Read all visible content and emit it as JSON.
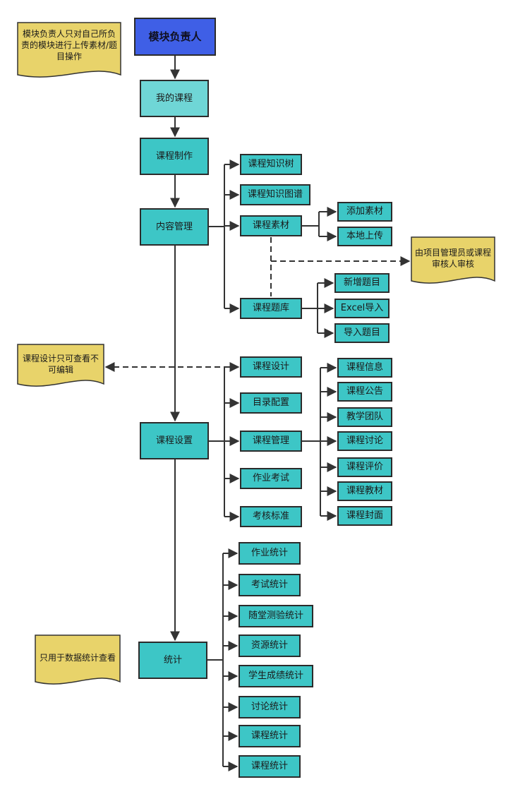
{
  "nodes": {
    "root": "模块负责人",
    "my_courses": "我的课程",
    "course_make": "课程制作",
    "content_mgmt": "内容管理",
    "knowledge_tree": "课程知识树",
    "knowledge_graph": "课程知识图谱",
    "materials": "课程素材",
    "add_material": "添加素材",
    "local_upload": "本地上传",
    "question_bank": "课程题库",
    "new_question": "新增题目",
    "excel_import": "Excel导入",
    "import_question": "导入题目",
    "course_settings": "课程设置",
    "course_design": "课程设计",
    "catalog_config": "目录配置",
    "course_manage": "课程管理",
    "homework_exam": "作业考试",
    "assess_standard": "考核标准",
    "course_info": "课程信息",
    "course_notice": "课程公告",
    "teaching_team": "教学团队",
    "course_discussion": "课程讨论",
    "course_review": "课程评价",
    "course_textbook": "课程教材",
    "course_cover": "课程封面",
    "statistics": "统计",
    "homework_stats": "作业统计",
    "exam_stats": "考试统计",
    "quiz_stats": "随堂测验统计",
    "resource_stats": "资源统计",
    "grade_stats": "学生成绩统计",
    "discussion_stats": "讨论统计",
    "course_stats_1": "课程统计",
    "course_stats_2": "课程统计"
  },
  "notes": {
    "upload_note": "模块负责人只对自己所负责的模块进行上传素材/题目操作",
    "review_note": "由项目管理员或课程审核人审核",
    "design_note": "课程设计只可查看不可编辑",
    "stats_note": "只用于数据统计查看"
  },
  "colors": {
    "node_fill": "#3dc6c6",
    "root_fill": "#3f5fe6",
    "light_fill": "#6fd6d6",
    "note_fill": "#e8d36a",
    "line": "#333333"
  }
}
